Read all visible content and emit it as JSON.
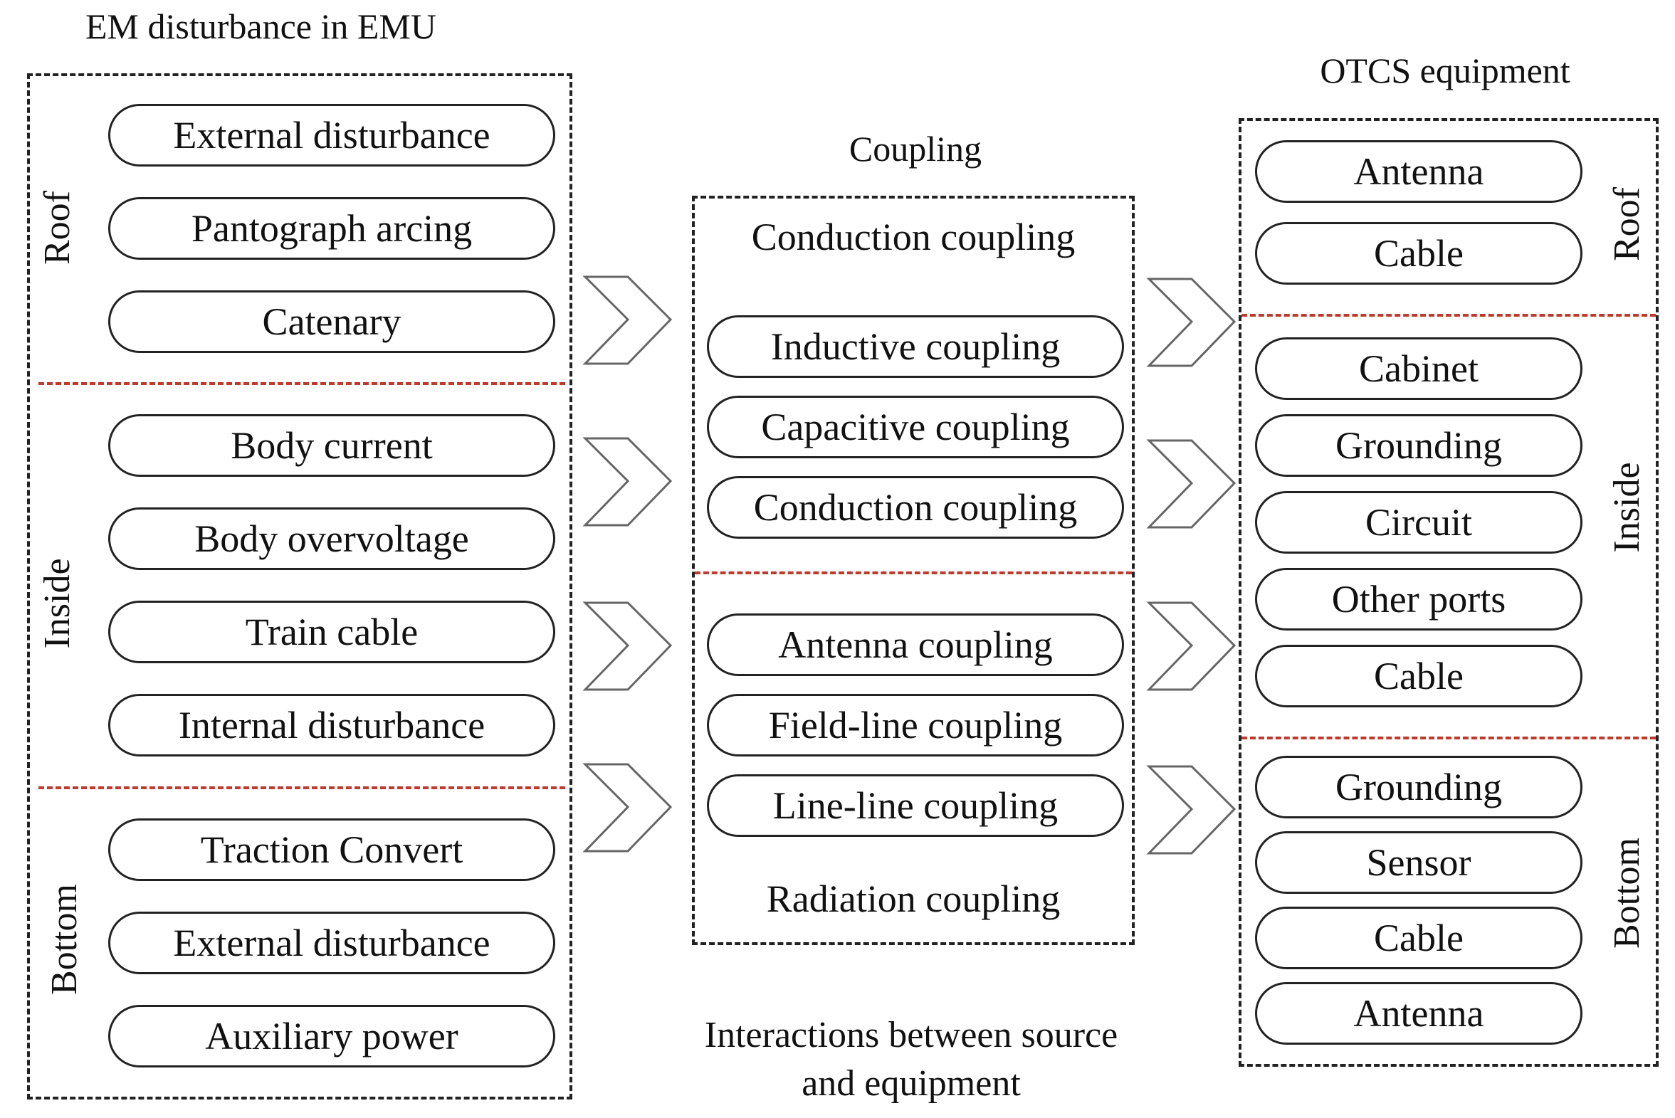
{
  "source": {
    "title": "EM disturbance in EMU",
    "sections": [
      {
        "label": "Roof",
        "items": [
          "External disturbance",
          "Pantograph arcing",
          "Catenary"
        ]
      },
      {
        "label": "Inside",
        "items": [
          "Body current",
          "Body overvoltage",
          "Train cable",
          "Internal disturbance"
        ]
      },
      {
        "label": "Bottom",
        "items": [
          "Traction Convert",
          "External disturbance",
          "Auxiliary power"
        ]
      }
    ]
  },
  "coupling": {
    "title": "Coupling",
    "conduction_title": "Conduction coupling",
    "conduction_items": [
      "Inductive coupling",
      "Capacitive coupling",
      "Conduction coupling"
    ],
    "radiation_items": [
      "Antenna coupling",
      "Field-line coupling",
      "Line-line coupling"
    ],
    "radiation_title": "Radiation coupling"
  },
  "equipment": {
    "title": "OTCS equipment",
    "sections": [
      {
        "label": "Roof",
        "items": [
          "Antenna",
          "Cable"
        ]
      },
      {
        "label": "Inside",
        "items": [
          "Cabinet",
          "Grounding",
          "Circuit",
          "Other ports",
          "Cable"
        ]
      },
      {
        "label": "Bottom",
        "items": [
          "Grounding",
          "Sensor",
          "Cable",
          "Antenna"
        ]
      }
    ]
  },
  "caption": {
    "line1": "Interactions between source",
    "line2": "and equipment"
  },
  "colors": {
    "outline": "#222222",
    "divider": "#c0392b",
    "chevron": "#666666"
  }
}
